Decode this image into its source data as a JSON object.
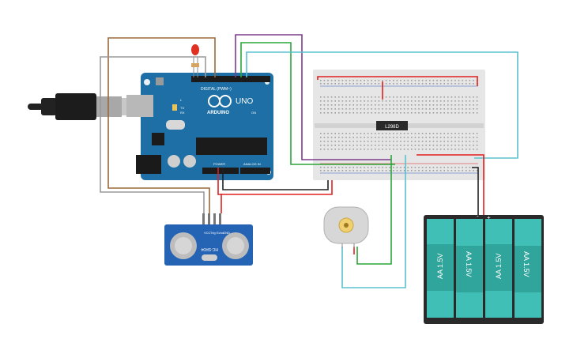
{
  "arduino": {
    "brand_label": "ARDUINO",
    "model_label": "UNO",
    "digital_label": "DIGITAL (PWM~)",
    "power_label": "POWER",
    "analog_label": "ANALOG IN",
    "tx_label": "TX",
    "rx_label": "RX",
    "l_label": "L",
    "on_label": "ON"
  },
  "motor_driver": {
    "label": "L298D"
  },
  "sensor": {
    "label": "HC-SR04",
    "pin_labels": [
      "VCC",
      "Trig",
      "Echo",
      "GND"
    ]
  },
  "battery": {
    "cell_labels": [
      "AA 1.5V",
      "AA 1.5V",
      "AA 1.5V",
      "AA 1.5V"
    ],
    "plus_label": "+",
    "minus_label": "-"
  },
  "colors": {
    "board": "#1d6fa5",
    "breadboard": "#e6e6e6",
    "battery_cell": "#3fbfb5",
    "battery_case": "#2a2a2a",
    "wire_red": "#e02020",
    "wire_black": "#202020",
    "wire_green": "#2aa63a",
    "wire_purple": "#7a3c8c",
    "wire_cyan": "#5cc0cf",
    "wire_brown": "#9a6a3a",
    "wire_gray": "#9a9a9a",
    "led": "#e03020"
  }
}
